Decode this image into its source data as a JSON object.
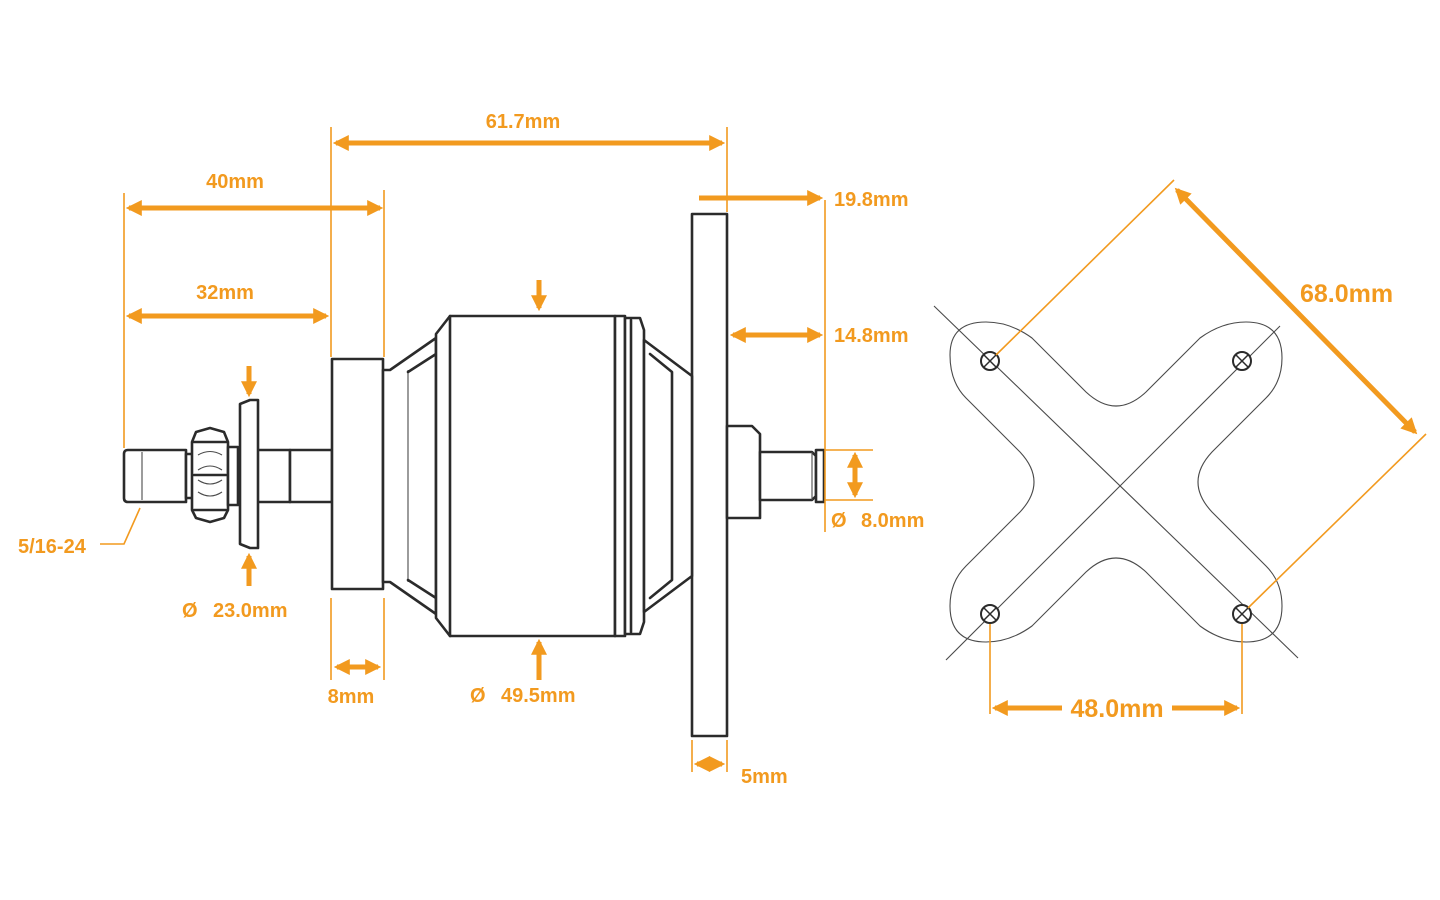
{
  "colors": {
    "accent": "#f29a1f",
    "line": "#2b2b2b",
    "background": "#ffffff"
  },
  "dimensions": {
    "overall_length": "61.7mm",
    "prop_adapter_length": "40mm",
    "shaft_length": "32mm",
    "mount_offset": "19.8mm",
    "mount_to_can": "14.8mm",
    "rear_shaft_diameter": "8.0mm",
    "thread": "5/16-24",
    "washer_diameter": "23.0mm",
    "front_bell_width": "8mm",
    "can_diameter": "49.5mm",
    "mount_thickness": "5mm",
    "mount_diagonal": "68.0mm",
    "mount_hole_spacing": "48.0mm"
  },
  "symbols": {
    "diameter": "Ø"
  }
}
